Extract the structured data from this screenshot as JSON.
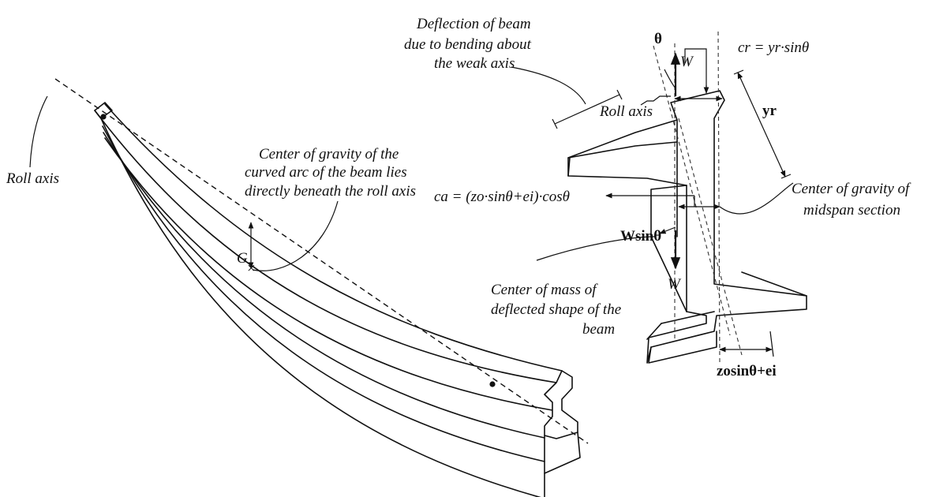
{
  "labels": {
    "roll_axis_left": "Roll axis",
    "cg_curved_arc": [
      "Center of gravity of the",
      "curved arc of the beam lies",
      "directly beneath the roll axis"
    ],
    "g_point": "G",
    "deflection": [
      "Deflection of beam",
      "due to bending about",
      "the weak axis"
    ],
    "theta": "θ",
    "w_top": "W",
    "cr_formula": "cr = yr·sinθ",
    "roll_axis_section": "Roll axis",
    "yr": "yr",
    "ca_formula": "ca = (zo·sinθ+ei)·cosθ",
    "w_sin_theta": "Wsinθ",
    "w_bottom": "W",
    "cg_midspan": [
      "Center of gravity of",
      "midspan section"
    ],
    "center_mass": [
      "Center of mass of",
      "deflected shape of the",
      "beam"
    ],
    "zo_ei": "zosinθ+ei"
  }
}
